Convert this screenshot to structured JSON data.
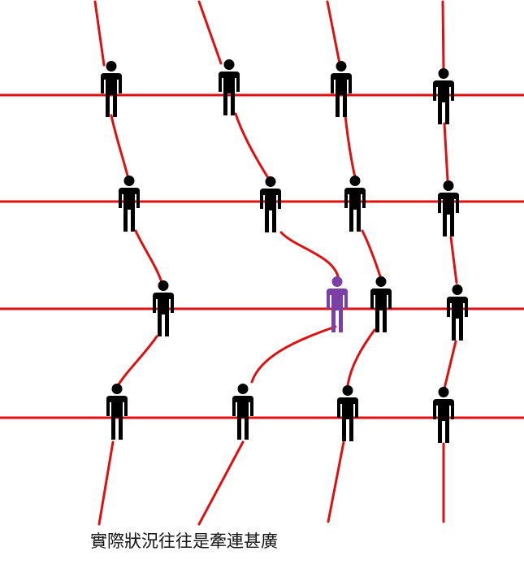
{
  "caption": "實際狀況往往是牽連甚廣",
  "colors": {
    "line": "#dd1111",
    "person": "#000000",
    "highlight_person": "#7b3fa6",
    "background": "#ffffff"
  },
  "rows": 4,
  "people": [
    {
      "name": "person-r1-c1",
      "row": 1,
      "highlight": false
    },
    {
      "name": "person-r1-c2",
      "row": 1,
      "highlight": false
    },
    {
      "name": "person-r1-c3",
      "row": 1,
      "highlight": false
    },
    {
      "name": "person-r1-c4",
      "row": 1,
      "highlight": false
    },
    {
      "name": "person-r2-c1",
      "row": 2,
      "highlight": false
    },
    {
      "name": "person-r2-c2",
      "row": 2,
      "highlight": false
    },
    {
      "name": "person-r2-c3",
      "row": 2,
      "highlight": false
    },
    {
      "name": "person-r2-c4",
      "row": 2,
      "highlight": false
    },
    {
      "name": "person-r3-c1",
      "row": 3,
      "highlight": false
    },
    {
      "name": "person-r3-highlighted",
      "row": 3,
      "highlight": true
    },
    {
      "name": "person-r3-c3",
      "row": 3,
      "highlight": false
    },
    {
      "name": "person-r3-c4",
      "row": 3,
      "highlight": false
    },
    {
      "name": "person-r4-c1",
      "row": 4,
      "highlight": false
    },
    {
      "name": "person-r4-c2",
      "row": 4,
      "highlight": false
    },
    {
      "name": "person-r4-c3",
      "row": 4,
      "highlight": false
    },
    {
      "name": "person-r4-c4",
      "row": 4,
      "highlight": false
    }
  ]
}
